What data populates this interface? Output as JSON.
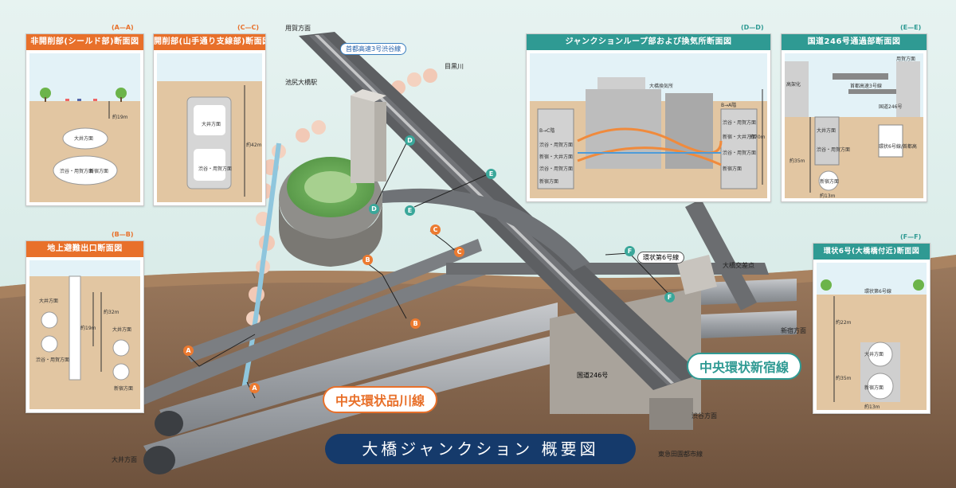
{
  "title": "大橋ジャンクション 概要図",
  "routes": {
    "shinagawa": "中央環状品川線",
    "shinjuku": "中央環状新宿線",
    "shibuya": "首都高速3号渋谷線",
    "yamate": "環状第6号線",
    "r246": "国道246号"
  },
  "places": {
    "youga_top": "用賀方面",
    "meguro_river": "目黒川",
    "ikejiri": "池尻大橋駅",
    "ohashi": "大橋交差点",
    "shinjuku_dir": "新宿方面",
    "shibuya_dir": "渋谷方面",
    "ooi_dir": "大井方面",
    "tokyu": "東急田園都市線"
  },
  "markers": {
    "A": "A",
    "B": "B",
    "C": "C",
    "D": "D",
    "E": "E",
    "F": "F"
  },
  "panels": {
    "aa": {
      "section": "(A—A)",
      "title": "非開削部(シールド部)断面図",
      "depth": "約19m",
      "upper": "大井方面",
      "lower": "渋谷・用賀方面",
      "lower2": "新宿方面"
    },
    "cc": {
      "section": "(C—C)",
      "title": "開削部(山手通り支線部)断面図",
      "upper": "大井方面",
      "lower": "渋谷・用賀方面",
      "depth": "約42m"
    },
    "bb": {
      "section": "(B—B)",
      "title": "地上避難出口断面図",
      "l1": "大井方面",
      "l2": "約32m",
      "l3": "約19m",
      "l4": "大井方面",
      "l5": "渋谷・用賀方面",
      "l6": "新宿方面"
    },
    "dd": {
      "section": "(D—D)",
      "title": "ジャンクションループ部および換気所断面図",
      "l1": "大橋換気所",
      "l2": "B→C階",
      "l3": "B→A階",
      "l4": "渋谷・用賀方面",
      "l5": "新宿・大井方面",
      "l6": "渋谷・用賀方面",
      "l7": "新宿方面",
      "l8": "約70m",
      "l9": "渋谷・用賀方面",
      "l10": "新宿・大井方面",
      "l11": "渋谷・用賀方面",
      "l12": "新宿方面"
    },
    "ee": {
      "section": "(E—E)",
      "title": "国道246号通過部断面図",
      "l1": "用賀方面",
      "l2": "首都高速3号線",
      "l3": "国道246号",
      "l4": "高架化",
      "l5": "大井方面",
      "l6": "渋谷・用賀方面",
      "l7": "新宿方面",
      "l8": "約35m",
      "l9": "約13m",
      "l10": "環状6号線/首都高"
    },
    "ff": {
      "section": "(F—F)",
      "title": "環状6号(大橋橋付近)断面図",
      "l1": "環状第6号線",
      "l2": "約22m",
      "l3": "大井方面",
      "l4": "約35m",
      "l5": "新宿方面",
      "l6": "約13m"
    }
  },
  "colors": {
    "orange": "#e8702a",
    "teal": "#2f9a93",
    "navy": "#153a6b",
    "ground": "#d9b48c",
    "road": "#6b6d70"
  }
}
